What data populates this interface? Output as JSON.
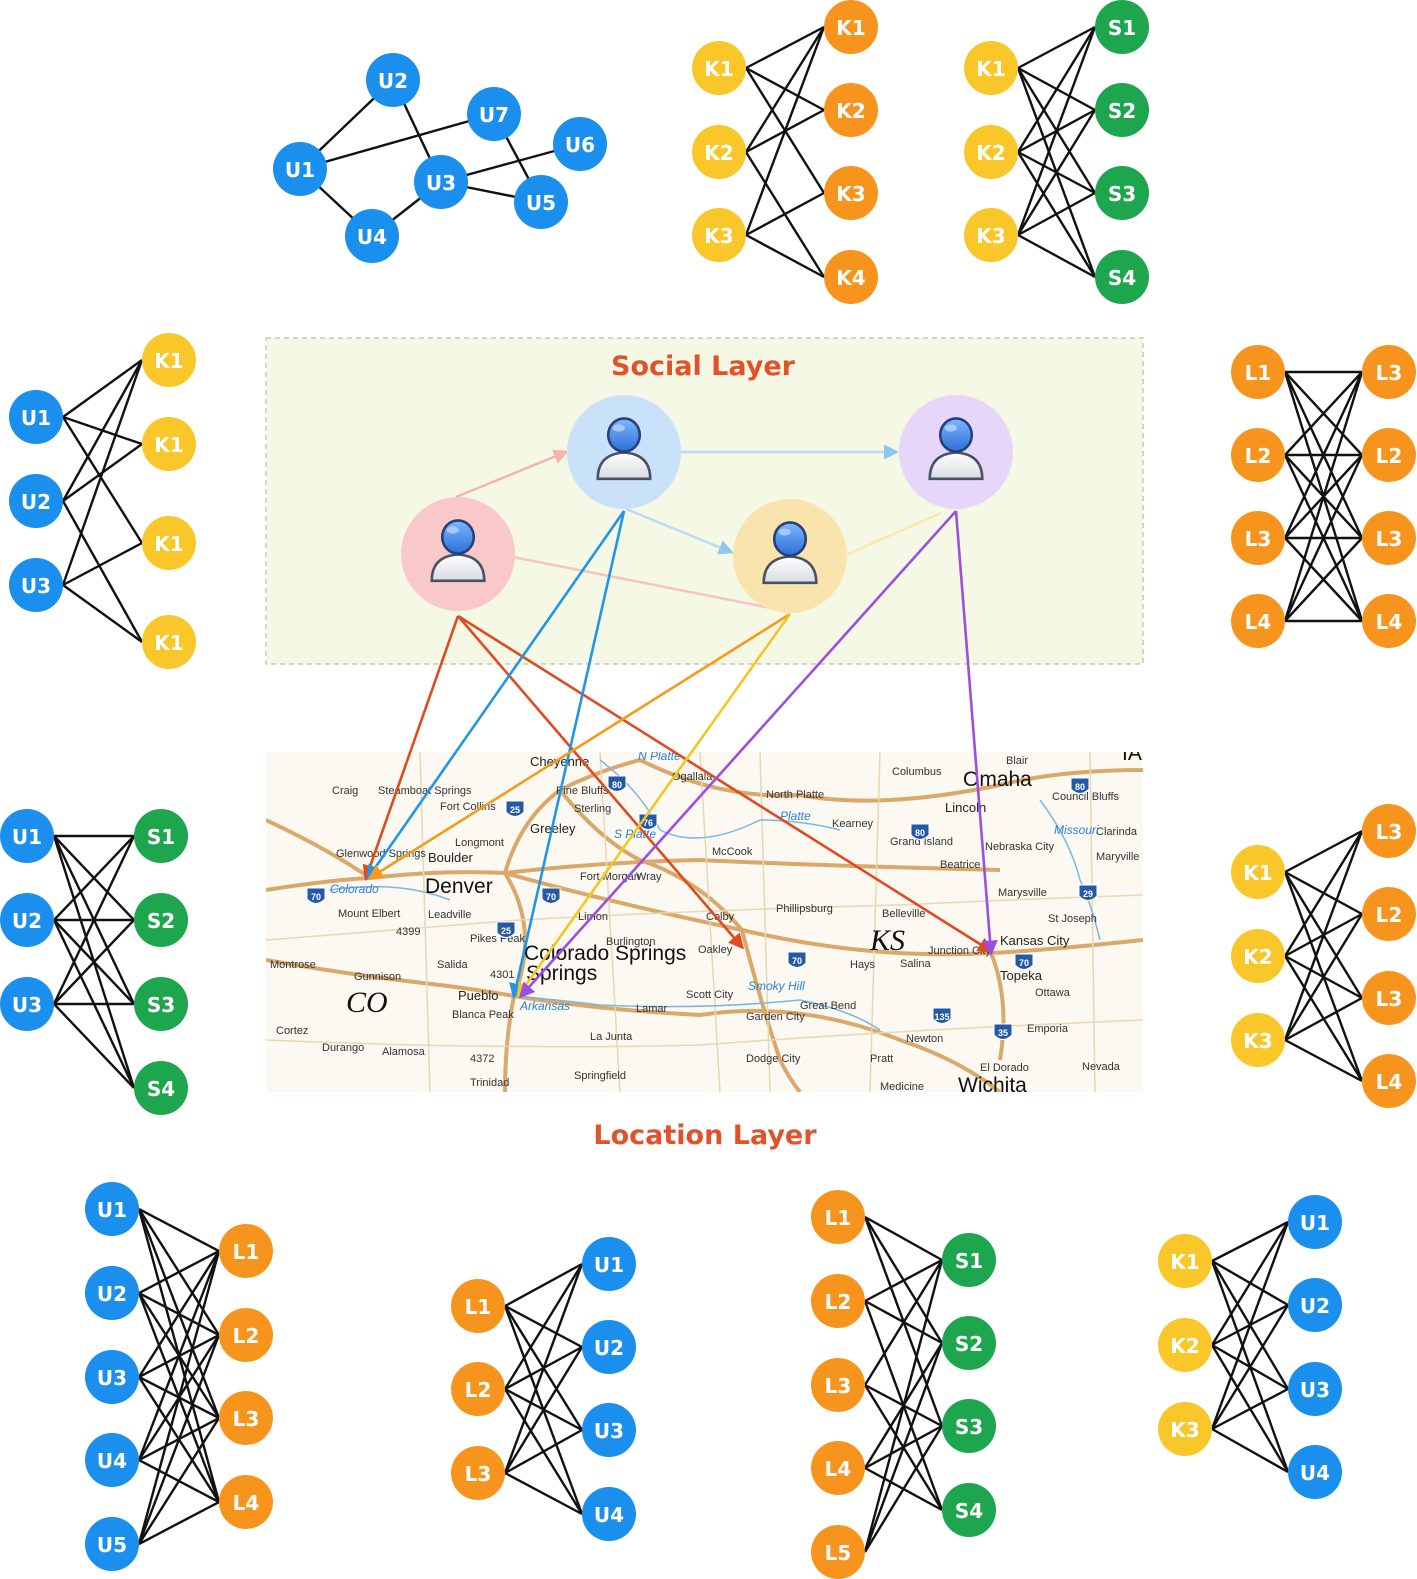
{
  "colors": {
    "user": "#1a8fee",
    "keyword": "#f9c72a",
    "keyword_alt": "#f7941d",
    "semantic": "#1ea64f",
    "location": "#f7941d",
    "edge": "#111111",
    "title": "#e2522a",
    "panel_bg": "#f6f8e6"
  },
  "social_layer": {
    "title": "Social Layer",
    "users": [
      {
        "icon": "person-icon",
        "bg": "#f9c9c9"
      },
      {
        "icon": "person-icon",
        "bg": "#c9e2f9"
      },
      {
        "icon": "person-icon",
        "bg": "#e6d6f9"
      },
      {
        "icon": "person-icon",
        "bg": "#fae4ad"
      }
    ]
  },
  "location_layer": {
    "title": "Location Layer",
    "map_labels": [
      "Cheyenne",
      "Steamboat Springs",
      "Craig",
      "Fort Collins",
      "Pine Bluffs",
      "Sterling",
      "Ogallala",
      "North Platte",
      "Columbus",
      "Omaha",
      "Lincoln",
      "Council Bluffs",
      "Greeley",
      "Longmont",
      "Boulder",
      "Glenwood Springs",
      "Denver",
      "Fort Morgan",
      "Wray",
      "McCook",
      "Kearney",
      "Grand Island",
      "Beatrice",
      "Nebraska City",
      "Clarinda",
      "Maryville",
      "Marysville",
      "Colorado",
      "Mount Elbert",
      "4399",
      "Leadville",
      "Limon",
      "Colby",
      "Phillipsburg",
      "Belleville",
      "St Joseph",
      "Kansas City",
      "Montrose",
      "Gunnison",
      "Salida",
      "Pikes Peak",
      "4301",
      "Colorado Springs",
      "Burlington",
      "Oakley",
      "Hays",
      "Salina",
      "Junction City",
      "Topeka",
      "Ottawa",
      "CO",
      "KS",
      "Pueblo",
      "Blanca Peak",
      "Lamar",
      "Scott City",
      "Smoky Hill",
      "Great Bend",
      "Emporia",
      "Cortez",
      "Durango",
      "Alamosa",
      "4372",
      "La Junta",
      "Garden City",
      "Arkansas",
      "Newton",
      "Dodge City",
      "Pratt",
      "El Dorado",
      "Nevada",
      "Trinidad",
      "Springfield",
      "Medicine",
      "Wichita",
      "Blair",
      "N Platte",
      "S Platte",
      "Missouri",
      "Platte",
      "IA",
      "Springs"
    ],
    "shields": [
      "80",
      "25",
      "76",
      "80",
      "80",
      "70",
      "25",
      "70",
      "70",
      "29",
      "35",
      "135",
      "70"
    ]
  },
  "bipartite_graphs": [
    {
      "id": "user-social-graph",
      "left": [
        {
          "label": "U2"
        },
        {
          "label": "U7"
        },
        {
          "label": "U6"
        },
        {
          "label": "U1"
        },
        {
          "label": "U3"
        },
        {
          "label": "U5"
        },
        {
          "label": "U4"
        }
      ]
    },
    {
      "id": "keyword-keyword-graph",
      "left": [
        "K1",
        "K2",
        "K3"
      ],
      "right": [
        "K1",
        "K2",
        "K3",
        "K4"
      ]
    },
    {
      "id": "keyword-semantic-graph",
      "left": [
        "K1",
        "K2",
        "K3"
      ],
      "right": [
        "S1",
        "S2",
        "S3",
        "S4"
      ]
    },
    {
      "id": "user-keyword-graph",
      "left": [
        "U1",
        "U2",
        "U3"
      ],
      "right": [
        "K1",
        "K1",
        "K1",
        "K1"
      ]
    },
    {
      "id": "location-location-graph",
      "left": [
        "L1",
        "L2",
        "L3",
        "L4"
      ],
      "right": [
        "L3",
        "L2",
        "L3",
        "L4"
      ]
    },
    {
      "id": "user-semantic-graph",
      "left": [
        "U1",
        "U2",
        "U3"
      ],
      "right": [
        "S1",
        "S2",
        "S3",
        "S4"
      ]
    },
    {
      "id": "keyword-location-graph",
      "left": [
        "K1",
        "K2",
        "K3"
      ],
      "right": [
        "L3",
        "L2",
        "L3",
        "L4"
      ]
    },
    {
      "id": "user-location-graph",
      "left": [
        "U1",
        "U2",
        "U3",
        "U4",
        "U5"
      ],
      "right": [
        "L1",
        "L2",
        "L3",
        "L4"
      ]
    },
    {
      "id": "location-user-graph",
      "left": [
        "L1",
        "L2",
        "L3"
      ],
      "right": [
        "U1",
        "U2",
        "U3",
        "U4"
      ]
    },
    {
      "id": "location-semantic-graph",
      "left": [
        "L1",
        "L2",
        "L3",
        "L4",
        "L5"
      ],
      "right": [
        "S1",
        "S2",
        "S3",
        "S4"
      ]
    },
    {
      "id": "keyword-user-graph",
      "left": [
        "K1",
        "K2",
        "K3"
      ],
      "right": [
        "U1",
        "U2",
        "U3",
        "U4"
      ]
    }
  ]
}
